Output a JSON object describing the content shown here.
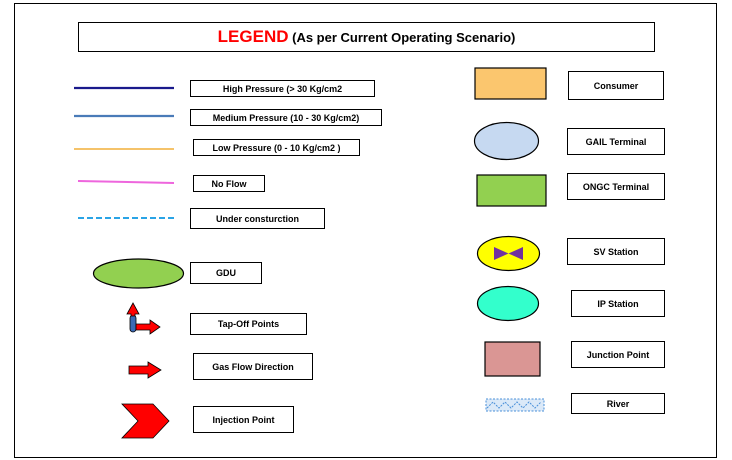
{
  "title": {
    "main": "LEGEND",
    "sub": "(As per Current Operating Scenario)"
  },
  "colors": {
    "high_pressure": "#1a1a8c",
    "medium_pressure": "#4a7bb8",
    "low_pressure": "#f5c36a",
    "no_flow": "#ee66dd",
    "under_construction": "#2aa4e6",
    "gdu": "#92d050",
    "consumer": "#fbc66e",
    "gail_terminal": "#c6d9f1",
    "ongc_terminal": "#92d050",
    "sv_station_fill": "#ffff00",
    "sv_station_mark": "#7030a0",
    "ip_station": "#33ffcc",
    "junction_point": "#da9694",
    "river": "#4a90d9",
    "arrow_red": "#ff0000",
    "tap_off_stem": "#3c6ab4"
  },
  "left_items": [
    {
      "label": "High Pressure (> 30 Kg/cm2",
      "symbol": "solid-line"
    },
    {
      "label": "Medium Pressure (10 - 30 Kg/cm2)",
      "symbol": "solid-line"
    },
    {
      "label": "Low Pressure (0 - 10 Kg/cm2 )",
      "symbol": "solid-line"
    },
    {
      "label": "No Flow",
      "symbol": "solid-line"
    },
    {
      "label": "Under consturction",
      "symbol": "dashed-line"
    },
    {
      "label": "GDU",
      "symbol": "green-ellipse"
    },
    {
      "label": "Tap-Off Points",
      "symbol": "tap-off-arrow"
    },
    {
      "label": "Gas Flow Direction",
      "symbol": "red-arrow"
    },
    {
      "label": "Injection Point",
      "symbol": "red-chevron"
    }
  ],
  "right_items": [
    {
      "label": "Consumer",
      "symbol": "orange-rectangle"
    },
    {
      "label": "GAIL Terminal",
      "symbol": "blue-ellipse"
    },
    {
      "label": "ONGC Terminal",
      "symbol": "green-rectangle"
    },
    {
      "label": "SV Station",
      "symbol": "yellow-ellipse-bowtie"
    },
    {
      "label": "IP Station",
      "symbol": "cyan-ellipse"
    },
    {
      "label": "Junction Point",
      "symbol": "pink-rectangle"
    },
    {
      "label": "River",
      "symbol": "river-hatch"
    }
  ]
}
